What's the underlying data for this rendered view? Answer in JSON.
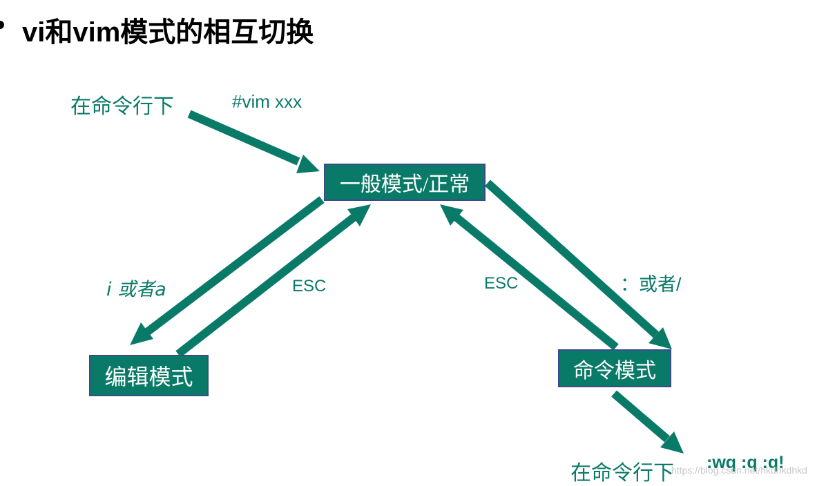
{
  "title": "vi和vim模式的相互切换",
  "nodes": {
    "normal": "一般模式/正常",
    "edit": "编辑模式",
    "command": "命令模式"
  },
  "labels": {
    "start_prompt": "在命令行下",
    "start_command": "#vim  xxx",
    "to_edit": "i 或者a",
    "edit_to_normal": "ESC",
    "command_to_normal": "ESC",
    "to_command": "：或者/",
    "end_prompt": "在命令行下",
    "quit_commands": ":wq  :q   :q!"
  },
  "watermark": "https://blog.csdn.net/hkdhkdhkd",
  "colors": {
    "accent": "#0a7a68",
    "node_border": "#3b4a8c",
    "node_text": "#ffffff",
    "title_text": "#000000"
  }
}
